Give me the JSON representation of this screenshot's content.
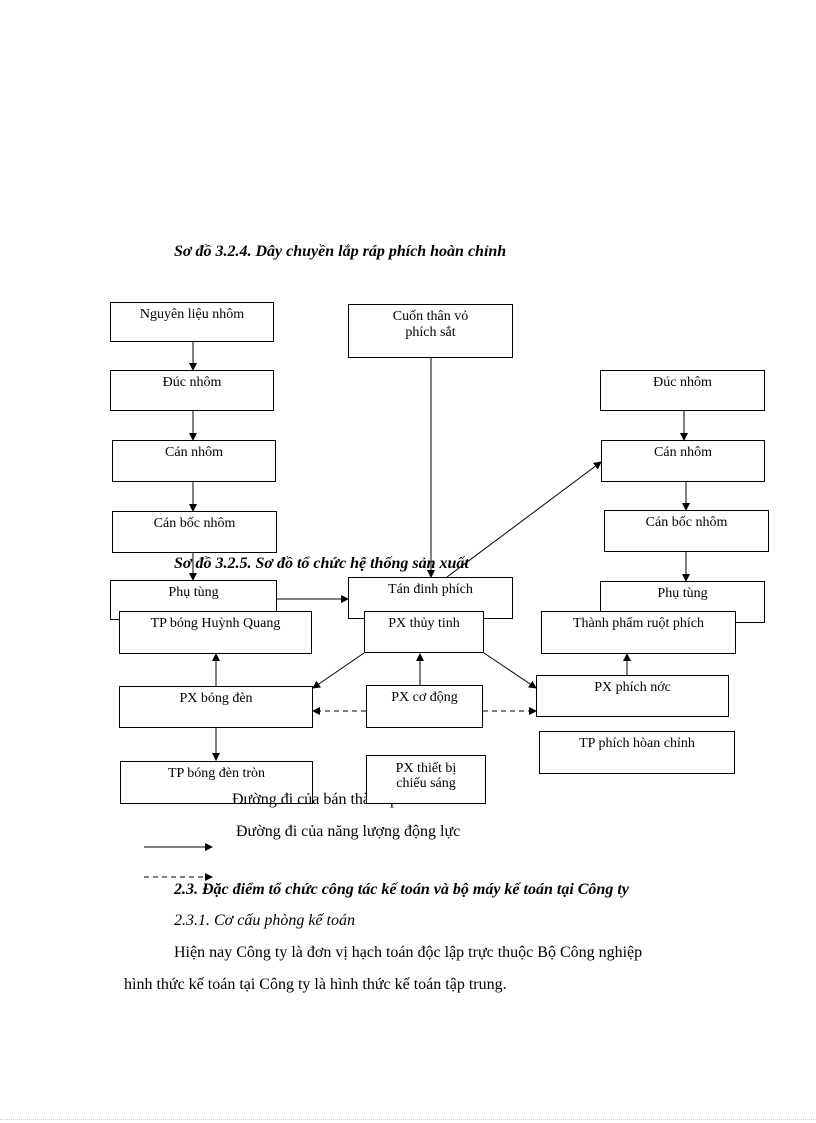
{
  "captions": {
    "diagram_1": "Sơ đồ 3.2.4. Dây chuyền lắp ráp phích hoàn chỉnh",
    "diagram_2": "Sơ đồ 3.2.5. Sơ đồ tổ chức hệ thống sản xuất"
  },
  "diagram_1_boxes": {
    "nguyen_lieu_nhom": "Nguyên liệu nhôm",
    "cuon_than_vo_line1": "Cuốn thân vỏ",
    "cuon_than_vo_line2": "phích sắt",
    "duc_nhom_left": "Đúc nhôm",
    "duc_nhom_right": "Đúc nhôm",
    "can_nhom_left": "Cán nhôm",
    "can_nhom_right": "Cán nhôm",
    "can_boc_nhom_left": "Cán bốc   nhôm",
    "can_boc_nhom_right": "Cán bốc   nhôm",
    "phu_tung_left": "Phụ tùng",
    "phu_tung_right": "Phụ tùng",
    "tan_dinh_phich": "Tán đinh phích"
  },
  "diagram_2_boxes": {
    "tp_bong_huynh_quang": "TP bóng Huỳnh Quang",
    "px_thuy_tinh": "PX thủy tinh",
    "thanh_pham_ruot_phich": "Thành phẩm ruột phích",
    "px_bong_den": "PX bóng đèn",
    "px_co_dong": "PX cơ động",
    "px_phich_nuoc": "PX phích nớc",
    "tp_phich_hoan_chinh": "TP phích hòan chỉnh",
    "tp_bong_den_tron": "TP bóng đèn tròn",
    "px_thiet_bi_line1": "PX thiết bị",
    "px_thiet_bi_line2": "chiếu sáng"
  },
  "legend": {
    "solid_label": "Đường đi của bán thành phẩm",
    "dashed_label": "Đường đi của năng lượng  động lực"
  },
  "section": {
    "heading": "2.3. Đặc điểm tổ chức công tác kế toán và bộ máy kế toán tại Công ty",
    "subheading": "2.3.1. Cơ cấu phòng kế toán",
    "paragraph_line1": "Hiện nay Công ty là đơn vị hạch toán độc lập trực thuộc Bộ Công nghiệp",
    "paragraph_line2": "hình thức kế toán tại  Công ty là hình thức kế toán tập trung."
  }
}
